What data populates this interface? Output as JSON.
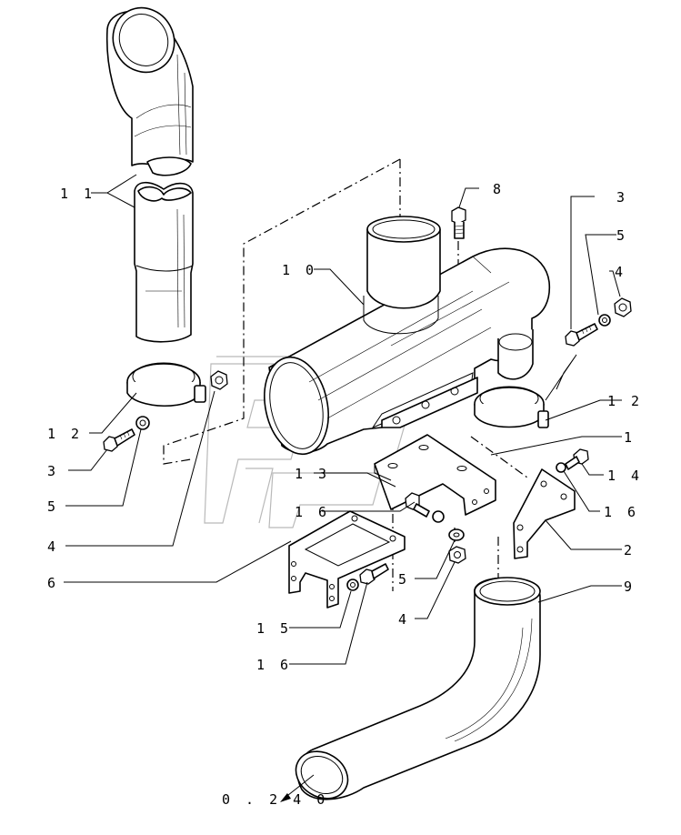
{
  "diagram": {
    "callouts": [
      {
        "id": "c11",
        "text": "1 1"
      },
      {
        "id": "c10",
        "text": "1 0"
      },
      {
        "id": "c8",
        "text": "8"
      },
      {
        "id": "c3top",
        "text": "3"
      },
      {
        "id": "c5top",
        "text": "5"
      },
      {
        "id": "c4top",
        "text": "4"
      },
      {
        "id": "c12left",
        "text": "1 2"
      },
      {
        "id": "c3left",
        "text": "3"
      },
      {
        "id": "c5left",
        "text": "5"
      },
      {
        "id": "c4left",
        "text": "4"
      },
      {
        "id": "c6",
        "text": "6"
      },
      {
        "id": "c12right",
        "text": "1 2"
      },
      {
        "id": "c1",
        "text": "1"
      },
      {
        "id": "c13",
        "text": "1 3"
      },
      {
        "id": "c14",
        "text": "1 4"
      },
      {
        "id": "c16mid",
        "text": "1 6"
      },
      {
        "id": "c16right",
        "text": "1 6"
      },
      {
        "id": "c2",
        "text": "2"
      },
      {
        "id": "c9",
        "text": "9"
      },
      {
        "id": "c5bottom",
        "text": "5"
      },
      {
        "id": "c4bottom",
        "text": "4"
      },
      {
        "id": "c15",
        "text": "1 5"
      },
      {
        "id": "c16bottom",
        "text": "1 6"
      },
      {
        "id": "ref",
        "text": "0 . 2 4 0"
      }
    ]
  }
}
